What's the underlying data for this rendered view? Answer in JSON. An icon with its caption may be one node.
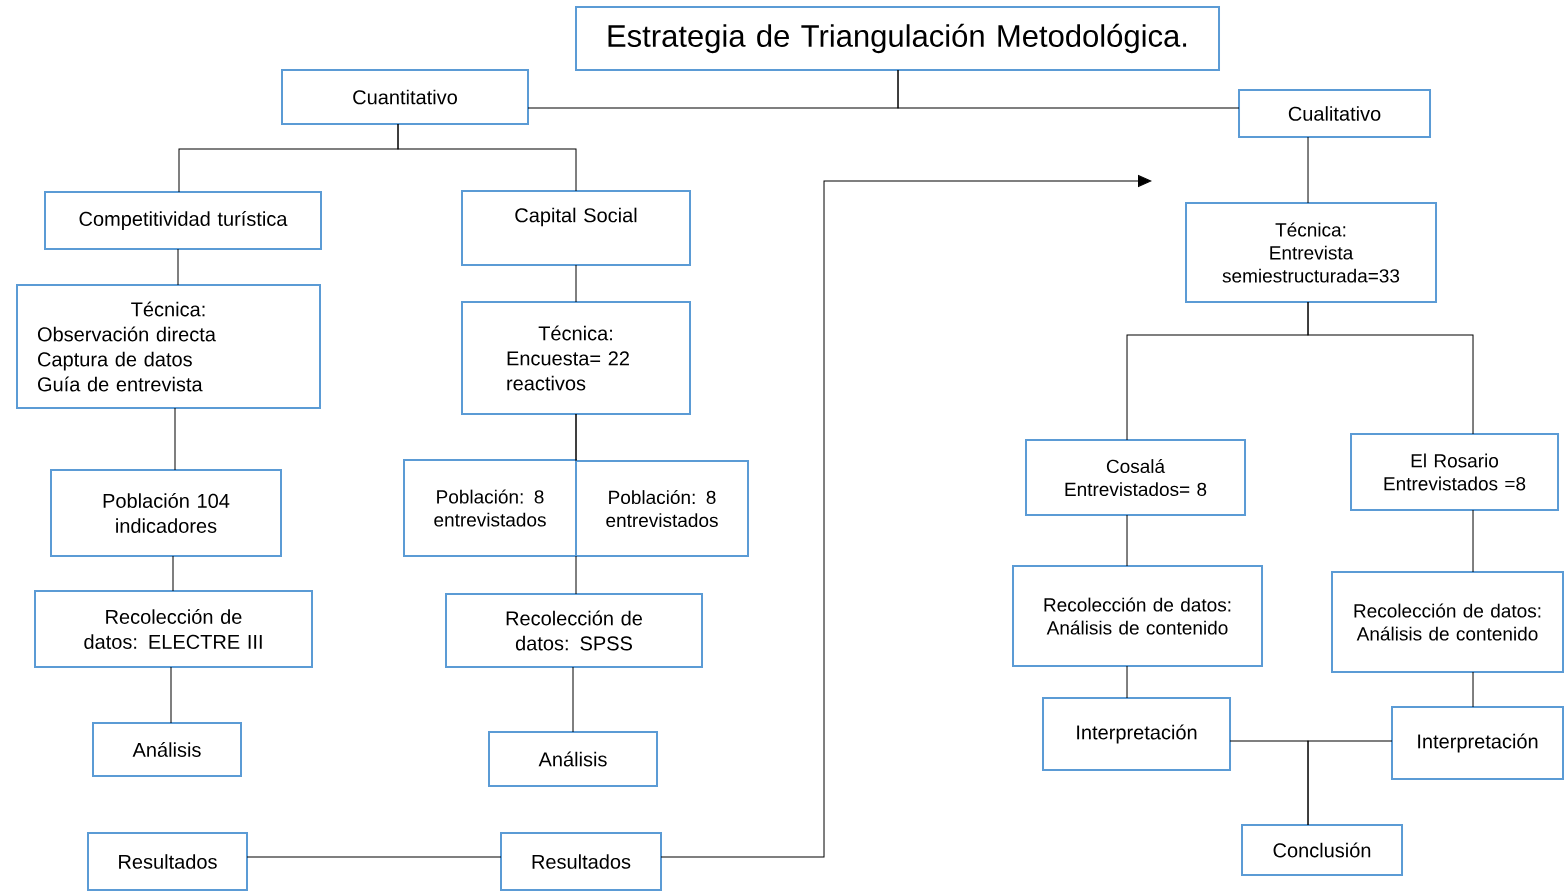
{
  "diagram": {
    "nodes": [
      {
        "text": [
          "Estrategia de Triangulación Metodológica."
        ]
      },
      {
        "text": [
          "Cuantitativo"
        ]
      },
      {
        "text": [
          "Cualitativo"
        ]
      },
      {
        "text": [
          "Competitividad turística"
        ]
      },
      {
        "text": [
          "Capital Social"
        ]
      },
      {
        "text": [
          "Técnica:",
          "Entrevista semiestructurada=33"
        ]
      },
      {
        "text": [
          "Técnica:",
          "Observación directa",
          "Captura de datos",
          "Guía de entrevista"
        ]
      },
      {
        "text": [
          "Técnica:",
          "Encuesta= 22 reactivos"
        ]
      },
      {
        "text": [
          "Población 104 indicadores"
        ]
      },
      {
        "text": [
          "Población: 8 entrevistados"
        ]
      },
      {
        "text": [
          "Población: 8 entrevistados"
        ]
      },
      {
        "text": [
          "Cosalá Entrevistados= 8"
        ]
      },
      {
        "text": [
          "El Rosario Entrevistados =8"
        ]
      },
      {
        "text": [
          "Recolección de datos: ELECTRE III"
        ]
      },
      {
        "text": [
          "Recolección de datos: SPSS"
        ]
      },
      {
        "text": [
          "Recolección de datos: Análisis de contenido"
        ]
      },
      {
        "text": [
          "Recolección de datos: Análisis de contenido"
        ]
      },
      {
        "text": [
          "Análisis"
        ]
      },
      {
        "text": [
          "Análisis"
        ]
      },
      {
        "text": [
          "Interpretación"
        ]
      },
      {
        "text": [
          "Interpretación"
        ]
      },
      {
        "text": [
          "Conclusión"
        ]
      },
      {
        "text": [
          "Resultados"
        ]
      },
      {
        "text": [
          "Resultados"
        ]
      }
    ],
    "edges": [
      {
        "from": 0,
        "to": 1,
        "arrow": "none"
      },
      {
        "from": 0,
        "to": 2,
        "arrow": "none"
      },
      {
        "from": 1,
        "to": 3,
        "arrow": "none"
      },
      {
        "from": 1,
        "to": 4,
        "arrow": "none"
      },
      {
        "from": 3,
        "to": 6,
        "arrow": "none"
      },
      {
        "from": 6,
        "to": 8,
        "arrow": "none"
      },
      {
        "from": 8,
        "to": 13,
        "arrow": "none"
      },
      {
        "from": 13,
        "to": 17,
        "arrow": "none"
      },
      {
        "from": 4,
        "to": 7,
        "arrow": "none"
      },
      {
        "from": 7,
        "to": 9,
        "arrow": "none"
      },
      {
        "from": 7,
        "to": 10,
        "arrow": "none"
      },
      {
        "from": 9,
        "to": 14,
        "arrow": "none"
      },
      {
        "from": 10,
        "to": 14,
        "arrow": "none"
      },
      {
        "from": 14,
        "to": 18,
        "arrow": "none"
      },
      {
        "from": 22,
        "to": 23,
        "arrow": "none"
      },
      {
        "from": 23,
        "to": null,
        "arrow": "to"
      },
      {
        "from": 2,
        "to": 5,
        "arrow": "none"
      },
      {
        "from": 5,
        "to": 11,
        "arrow": "none"
      },
      {
        "from": 5,
        "to": 12,
        "arrow": "none"
      },
      {
        "from": 11,
        "to": 15,
        "arrow": "none"
      },
      {
        "from": 12,
        "to": 16,
        "arrow": "none"
      },
      {
        "from": 15,
        "to": 19,
        "arrow": "none"
      },
      {
        "from": 16,
        "to": 20,
        "arrow": "none"
      },
      {
        "from": 19,
        "to": 21,
        "arrow": "none"
      },
      {
        "from": 20,
        "to": 21,
        "arrow": "none"
      }
    ]
  }
}
